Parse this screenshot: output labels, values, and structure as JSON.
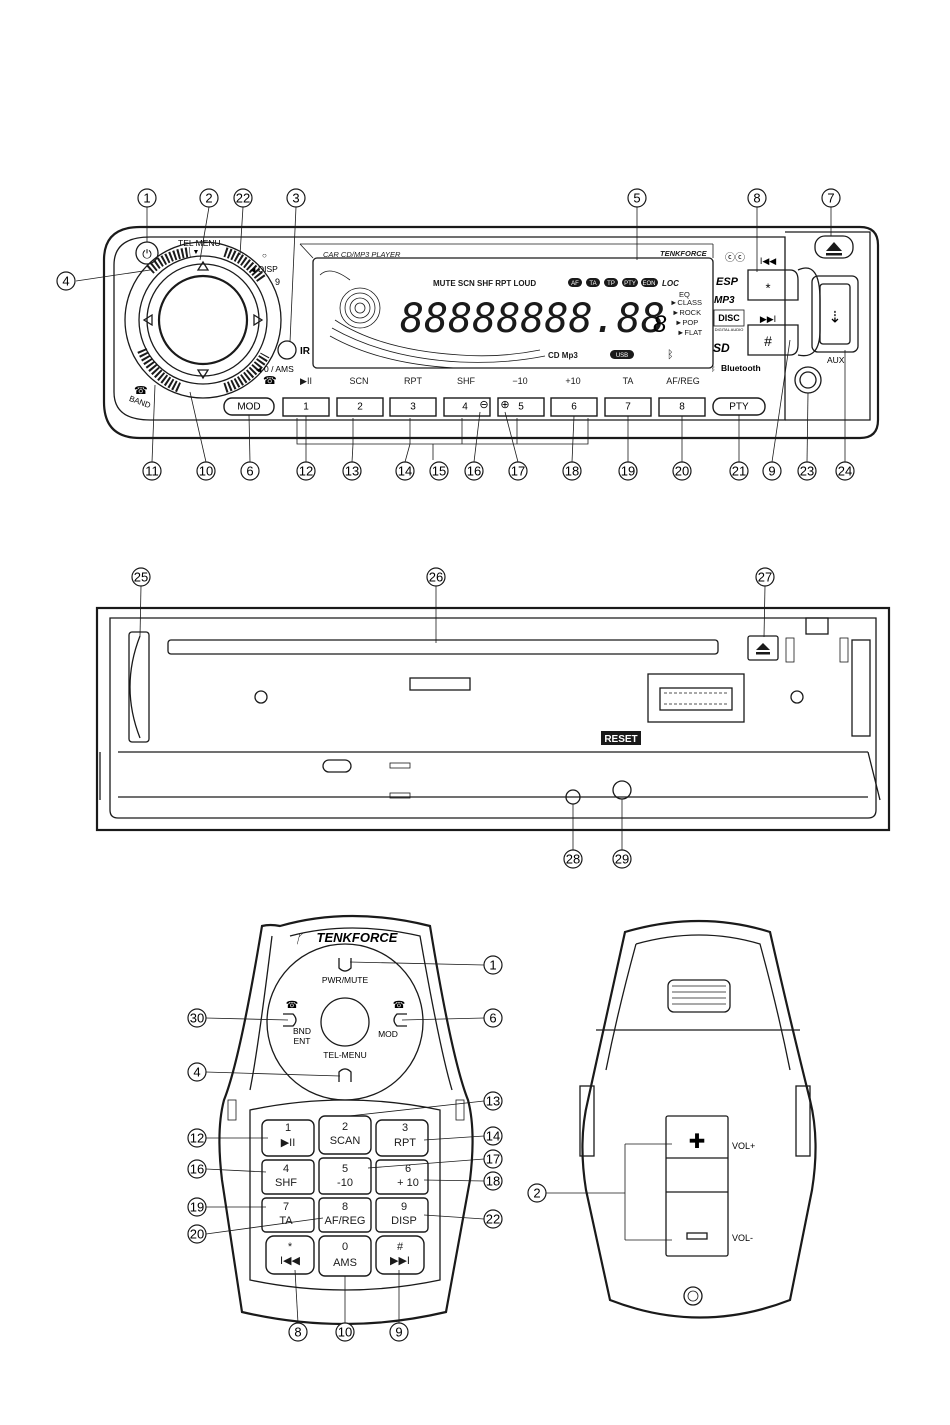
{
  "front_panel": {
    "header": "CAR CD/MP3 PLAYER",
    "brand": "TENKFORCE",
    "tel_menu": "TEL MENU",
    "disp": "DISP",
    "disp_num": "9",
    "ams": "0 / AMS",
    "ir": "IR",
    "band": "BAND",
    "aux": "AUX",
    "esp": "ESP",
    "mp3_logo": "MP3",
    "sd": "SD",
    "bluetooth": "Bluetooth",
    "compact_disc": "DIGITAL AUDIO",
    "disc_word": "DISC",
    "display": {
      "segments": "88888888.88",
      "extra_digit": "8",
      "indicators": "MUTE SCN SHF RPT LOUD",
      "badges": [
        "AF",
        "TA",
        "TP",
        "PTY",
        "EON"
      ],
      "loc": "LOC",
      "eq_list": [
        "EQ",
        "►CLASS",
        "►ROCK",
        "►POP",
        "►FLAT"
      ],
      "cd_mp3": "CD Mp3",
      "usb": "USB"
    },
    "top_labels": [
      "▶II",
      "SCN",
      "RPT",
      "SHF",
      "−10",
      "+10",
      "TA",
      "AF/REG"
    ],
    "buttons": [
      "MOD",
      "1",
      "2",
      "3",
      "4",
      "5",
      "6",
      "7",
      "8",
      "PTY"
    ],
    "side_keys": [
      "I◀◀",
      "*",
      "▶▶I",
      "#"
    ],
    "callouts_top": [
      "1",
      "2",
      "22",
      "3",
      "5",
      "8",
      "7"
    ],
    "callouts_left": [
      "4"
    ],
    "callouts_bottom": [
      "11",
      "10",
      "6",
      "12",
      "13",
      "14",
      "15",
      "16",
      "17",
      "18",
      "19",
      "20",
      "21",
      "9",
      "23",
      "24"
    ]
  },
  "back_panel": {
    "reset": "RESET",
    "callouts_top": [
      "25",
      "26",
      "27"
    ],
    "callouts_bottom": [
      "28",
      "29"
    ]
  },
  "remote": {
    "brand": "TENKFORCE",
    "pwr_mute": "PWR/MUTE",
    "bnd_ent": [
      "BND",
      "ENT"
    ],
    "mod": "MOD",
    "tel_menu": "TEL-MENU",
    "keys": [
      {
        "top": "1",
        "bottom": "▶II"
      },
      {
        "top": "2",
        "bottom": "SCAN"
      },
      {
        "top": "3",
        "bottom": "RPT"
      },
      {
        "top": "4",
        "bottom": "SHF"
      },
      {
        "top": "5",
        "bottom": "-10"
      },
      {
        "top": "6",
        "bottom": "+ 10"
      },
      {
        "top": "7",
        "bottom": "TA"
      },
      {
        "top": "8",
        "bottom": "AF/REG"
      },
      {
        "top": "9",
        "bottom": "DISP"
      },
      {
        "top": "*",
        "bottom": "I◀◀"
      },
      {
        "top": "0",
        "bottom": "AMS"
      },
      {
        "top": "#",
        "bottom": "▶▶I"
      }
    ],
    "callouts_left": [
      "30",
      "4",
      "12",
      "16",
      "19",
      "20"
    ],
    "callouts_right": [
      "1",
      "6",
      "13",
      "14",
      "17",
      "18",
      "22"
    ],
    "callouts_bottom": [
      "8",
      "10",
      "9"
    ]
  },
  "remote_back": {
    "vol_plus": "VOL+",
    "vol_minus": "VOL-",
    "callout": "2"
  }
}
